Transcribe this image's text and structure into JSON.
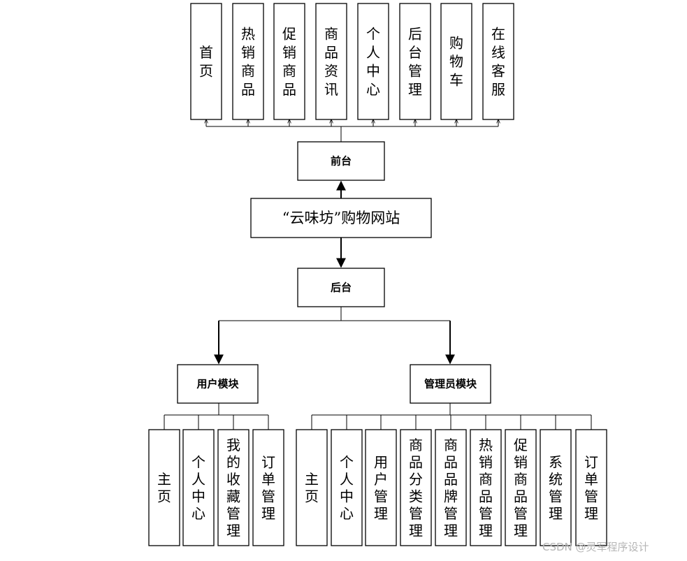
{
  "center": {
    "label": "“云味坊”购物网站"
  },
  "frontend": {
    "label": "前台",
    "items": [
      "首页",
      "热销商品",
      "促销商品",
      "商品资讯",
      "个人中心",
      "后台管理",
      "购物车",
      "在线客服"
    ]
  },
  "backend": {
    "label": "后台"
  },
  "user_module": {
    "label": "用户模块",
    "items": [
      "主页",
      "个人中心",
      "我的收藏管理",
      "订单管理"
    ]
  },
  "admin_module": {
    "label": "管理员模块",
    "items": [
      "主页",
      "个人中心",
      "用户管理",
      "商品分类管理",
      "商品品牌管理",
      "热销商品管理",
      "促销商品管理",
      "系统管理",
      "订单管理"
    ]
  },
  "watermark": "CSDN @灵军程序设计"
}
